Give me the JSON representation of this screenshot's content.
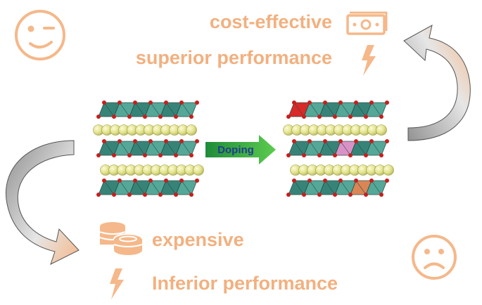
{
  "colors": {
    "accent": "#F5B88A",
    "accent_dark": "#E9935A",
    "text": "#F2B07F",
    "octahedron": "#2E7D70",
    "octahedron_light": "#4CA393",
    "oxygen": "#C81E1E",
    "cation": "#E8E88C",
    "doping_arrow_start": "#1E8C3A",
    "doping_arrow_end": "#5CCB4E",
    "doping_text": "#1F3D8C",
    "dopant_red": "#D81E1E",
    "dopant_pink": "#D98CC4",
    "dopant_orange": "#D97F4E",
    "curved_arrow_gray": "#9A9A9A"
  },
  "top_right": {
    "line1": "cost-effective",
    "line2": "superior performance",
    "icon1": "money-bill-icon",
    "icon2": "lightning-icon"
  },
  "bottom": {
    "line1": "expensive",
    "line2": "Inferior performance",
    "icon1": "coins-icon",
    "icon2": "lightning-icon"
  },
  "center_arrow": {
    "label": "Doping"
  },
  "faces": {
    "top_left": "winking-face-icon",
    "bottom_right": "sad-face-icon"
  }
}
